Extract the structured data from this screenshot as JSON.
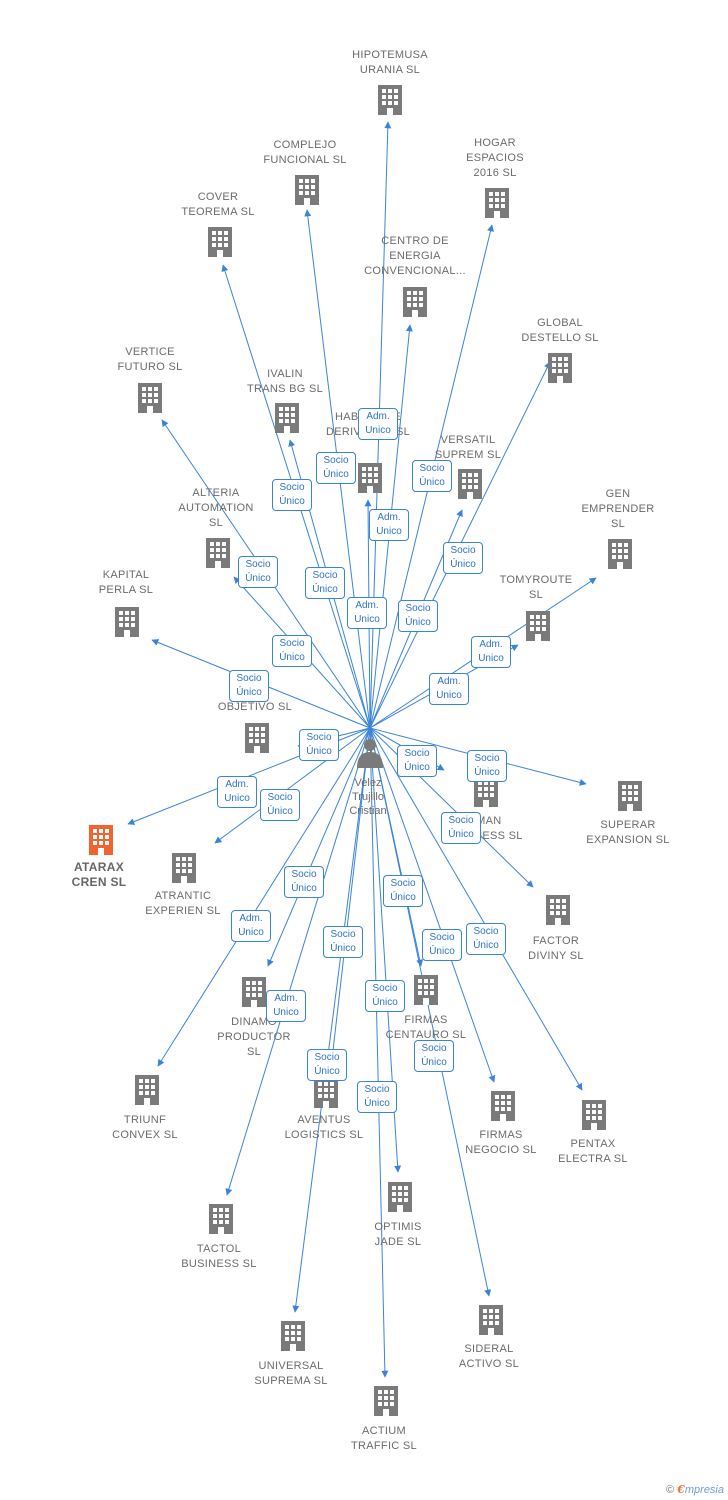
{
  "person": {
    "name": "Velez\nTrujillo\nCristian",
    "icon": "person-icon"
  },
  "colors": {
    "edge": "#3a84d8",
    "building": "#7a7a7a",
    "highlight": "#f0642e",
    "text": "#6b6b6b"
  },
  "companies": [
    {
      "id": "hipotemusa",
      "name": "HIPOTEMUSA\nURANIA SL",
      "role": "Adm.\nUnico"
    },
    {
      "id": "complejo",
      "name": "COMPLEJO\nFUNCIONAL SL",
      "role": "Socio\nÚnico"
    },
    {
      "id": "hogar",
      "name": "HOGAR\nESPACIOS\n2016 SL",
      "role": "Socio\nÚnico"
    },
    {
      "id": "cover",
      "name": "COVER\nTEOREMA SL",
      "role": "Socio\nÚnico"
    },
    {
      "id": "centro",
      "name": "CENTRO DE\nENERGIA\nCONVENCIONAL...",
      "role": "Adm.\nUnico"
    },
    {
      "id": "global",
      "name": "GLOBAL\nDESTELLO SL",
      "role": "Socio\nÚnico"
    },
    {
      "id": "vertice",
      "name": "VERTICE\nFUTURO SL",
      "role": "Socio\nÚnico"
    },
    {
      "id": "ivalin",
      "name": "IVALIN\nTRANS BG SL",
      "role": "Socio\nÚnico"
    },
    {
      "id": "habitat",
      "name": "HABITAT DE\nDERIVADOS SL",
      "role": "Adm.\nUnico"
    },
    {
      "id": "versatil",
      "name": "VERSATIL\nSUPREM SL",
      "role": "Socio\nÚnico"
    },
    {
      "id": "alteria",
      "name": "ALTERIA\nAUTOMATION\nSL",
      "role": "Socio\nÚnico"
    },
    {
      "id": "gen",
      "name": "GEN\nEMPRENDER\nSL",
      "role": "Adm.\nUnico"
    },
    {
      "id": "tomyroute",
      "name": "TOMYROUTE\nSL",
      "role": "Adm.\nUnico"
    },
    {
      "id": "kapital",
      "name": "KAPITAL\nPERLA SL",
      "role": "Socio\nÚnico"
    },
    {
      "id": "objetivo",
      "name": "OBJETIVO SL",
      "role": "Socio\nÚnico"
    },
    {
      "id": "superar",
      "name": "SUPERAR\nEXPANSION SL",
      "role": "Socio\nÚnico"
    },
    {
      "id": "business",
      "name": "SMAN\nBUSINESS SL",
      "role": "Socio\nÚnico"
    },
    {
      "id": "atarax",
      "name": "ATARAX\nCREN SL",
      "role": "Adm.\nUnico"
    },
    {
      "id": "atrantic",
      "name": "ATRANTIC\nEXPERIEN SL",
      "role": "Socio\nÚnico"
    },
    {
      "id": "factor",
      "name": "FACTOR\nDIVINY SL",
      "role": "Socio\nÚnico"
    },
    {
      "id": "dinamo",
      "name": "DINAMO\nPRODUCTOR\nSL",
      "role": "Socio\nÚnico"
    },
    {
      "id": "firmascent",
      "name": "FIRMAS\nCENTAURO SL",
      "role": "Socio\nÚnico"
    },
    {
      "id": "triunf",
      "name": "TRIUNF\nCONVEX SL",
      "role": "Adm.\nUnico"
    },
    {
      "id": "aventus",
      "name": "AVENTUS\nLOGISTICS SL",
      "role": "Socio\nÚnico"
    },
    {
      "id": "firmasneg",
      "name": "FIRMAS\nNEGOCIO SL",
      "role": "Socio\nÚnico"
    },
    {
      "id": "pentax",
      "name": "PENTAX\nELECTRA SL",
      "role": "Socio\nÚnico"
    },
    {
      "id": "tactol",
      "name": "TACTOL\nBUSINESS SL",
      "role": "Adm.\nUnico"
    },
    {
      "id": "optimis",
      "name": "OPTIMIS\nJADE SL",
      "role": "Socio\nÚnico"
    },
    {
      "id": "universal",
      "name": "UNIVERSAL\nSUPREMA SL",
      "role": "Socio\nÚnico"
    },
    {
      "id": "sideral",
      "name": "SIDERAL\nACTIVO SL",
      "role": "Socio\nÚnico"
    },
    {
      "id": "actium",
      "name": "ACTIUM\nTRAFFIC SL",
      "role": "Socio\nÚnico"
    }
  ],
  "highlight_id": "atarax",
  "brand": {
    "copyright": "©",
    "e": "€",
    "rest": "mpresia"
  }
}
